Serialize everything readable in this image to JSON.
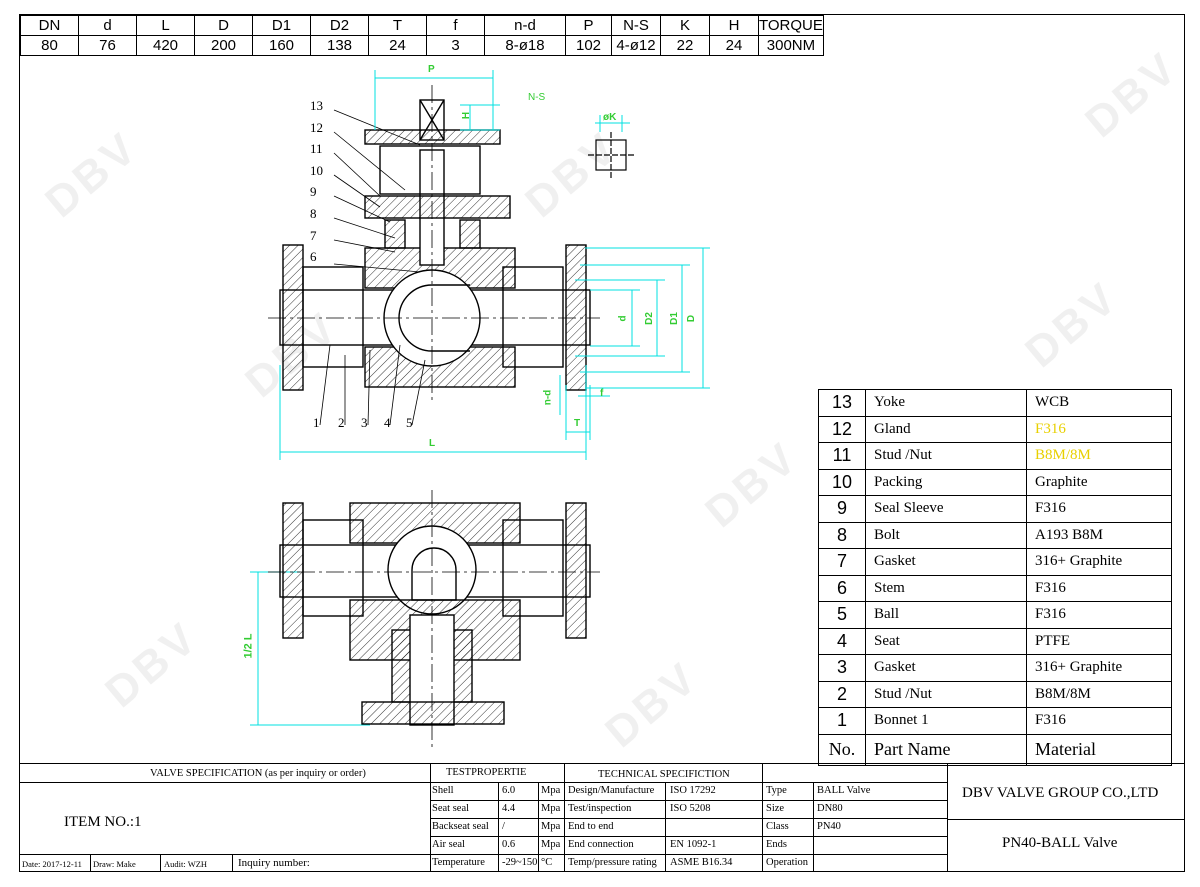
{
  "dimension_table": {
    "headers": [
      "DN",
      "d",
      "L",
      "D",
      "D1",
      "D2",
      "T",
      "f",
      "n-d",
      "P",
      "N-S",
      "K",
      "H",
      "TORQUE"
    ],
    "values": [
      "80",
      "76",
      "420",
      "200",
      "160",
      "138",
      "24",
      "3",
      "8-ø18",
      "102",
      "4-ø12",
      "22",
      "24",
      "300NM"
    ]
  },
  "drawing_labels": {
    "callouts": [
      "13",
      "12",
      "11",
      "10",
      "9",
      "8",
      "7",
      "6",
      "1",
      "2",
      "3",
      "4",
      "5"
    ],
    "P": "P",
    "H": "H",
    "NS": "N-S",
    "K": "øK",
    "d": "d",
    "D2": "D2",
    "D1": "D1",
    "D": "D",
    "nd": "n-d",
    "f": "f",
    "T": "T",
    "L": "L",
    "halfL": "1/2 L"
  },
  "parts": [
    {
      "no": "13",
      "name": "Yoke",
      "material": "WCB",
      "highlight": false
    },
    {
      "no": "12",
      "name": "Gland",
      "material": "F316",
      "highlight": true
    },
    {
      "no": "11",
      "name": "Stud /Nut",
      "material": "B8M/8M",
      "highlight": true
    },
    {
      "no": "10",
      "name": "Packing",
      "material": "Graphite",
      "highlight": false
    },
    {
      "no": "9",
      "name": "Seal Sleeve",
      "material": "F316",
      "highlight": false
    },
    {
      "no": "8",
      "name": "Bolt",
      "material": "A193 B8M",
      "highlight": false
    },
    {
      "no": "7",
      "name": "Gasket",
      "material": "316+ Graphite",
      "highlight": false
    },
    {
      "no": "6",
      "name": "Stem",
      "material": "F316",
      "highlight": false
    },
    {
      "no": "5",
      "name": "Ball",
      "material": "F316",
      "highlight": false
    },
    {
      "no": "4",
      "name": "Seat",
      "material": "PTFE",
      "highlight": false
    },
    {
      "no": "3",
      "name": "Gasket",
      "material": "316+ Graphite",
      "highlight": false
    },
    {
      "no": "2",
      "name": "Stud /Nut",
      "material": "B8M/8M",
      "highlight": false
    },
    {
      "no": "1",
      "name": "Bonnet 1",
      "material": "F316",
      "highlight": false
    }
  ],
  "parts_header": {
    "no": "No.",
    "name": "Part Name",
    "material": "Material"
  },
  "spec": {
    "valve_spec_title": "VALVE SPECIFICATION (as per inquiry or order)",
    "item_no": "ITEM NO.:1",
    "date": "Date: 2017-12-11",
    "draw": "Draw: Make",
    "audit": "Audit: WZH",
    "inquiry": "Inquiry number:",
    "test_title": "TESTPROPERTIE",
    "tests": [
      {
        "label": "Shell",
        "value": "6.0",
        "unit": "Mpa"
      },
      {
        "label": "Seat seal",
        "value": "4.4",
        "unit": "Mpa"
      },
      {
        "label": "Backseat seal",
        "value": "/",
        "unit": "Mpa"
      },
      {
        "label": "Air seal",
        "value": "0.6",
        "unit": "Mpa"
      },
      {
        "label": "Temperature",
        "value": "-29~150",
        "unit": "°C"
      }
    ],
    "tech_title": "TECHNICAL SPECIFICTION",
    "tech": [
      {
        "label": "Design/Manufacture",
        "value": "ISO 17292"
      },
      {
        "label": "Test/inspection",
        "value": "ISO 5208"
      },
      {
        "label": "End to end",
        "value": ""
      },
      {
        "label": "End connection",
        "value": "EN 1092-1"
      },
      {
        "label": "Temp/pressure rating",
        "value": "ASME B16.34"
      }
    ],
    "info": [
      {
        "label": "Type",
        "value": "BALL Valve"
      },
      {
        "label": "Size",
        "value": "DN80"
      },
      {
        "label": "Class",
        "value": "PN40"
      },
      {
        "label": "Ends",
        "value": ""
      },
      {
        "label": "Operation",
        "value": ""
      }
    ],
    "company": "DBV VALVE GROUP CO.,LTD",
    "product": "PN40-BALL Valve"
  },
  "watermark": "DBV",
  "colors": {
    "dimension": "#00e0e0",
    "text_green": "#33cc33",
    "highlight": "#e8d000"
  }
}
